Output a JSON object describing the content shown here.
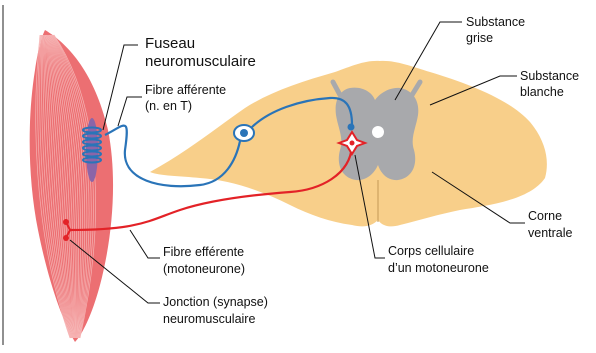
{
  "labels": {
    "fuseau_l1": "Fuseau",
    "fuseau_l2": "neuromusculaire",
    "fibre_aff_l1": "Fibre afférente",
    "fibre_aff_l2": "(n. en T)",
    "subst_grise_l1": "Substance",
    "subst_grise_l2": "grise",
    "subst_blanche_l1": "Substance",
    "subst_blanche_l2": "blanche",
    "corne_l1": "Corne",
    "corne_l2": "ventrale",
    "corps_l1": "Corps cellulaire",
    "corps_l2": "d’un motoneurone",
    "fibre_eff_l1": "Fibre efférente",
    "fibre_eff_l2": "(motoneurone)",
    "jonction_l1": "Jonction (synapse)",
    "jonction_l2": "neuromusculaire"
  },
  "colors": {
    "muscle": "#ec6f72",
    "muscle_fiber": "#f6b3b3",
    "white_matter": "#f8cf8a",
    "grey_matter": "#a8a9ac",
    "afferent": "#2a74b8",
    "efferent": "#e32227",
    "spindle": "#8b65a8"
  }
}
